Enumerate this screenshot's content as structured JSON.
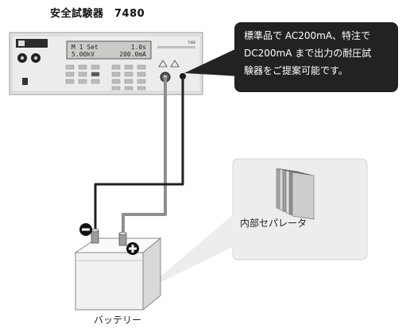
{
  "device": {
    "title": "安全試験器　7480",
    "lcd_line1_left": "M 1 Set",
    "lcd_line1_right": "1.0s",
    "lcd_line2_left": "5.00kV",
    "lcd_line2_right": "200.0mA",
    "model_small": "7480"
  },
  "callout": {
    "lines": [
      "標準品で AC200mA、特注で",
      "DC200mA まで出力の耐圧試",
      "験器をご提案可能です。"
    ]
  },
  "separator": {
    "label": "内部セパレータ"
  },
  "battery": {
    "label": "バッテリー"
  }
}
